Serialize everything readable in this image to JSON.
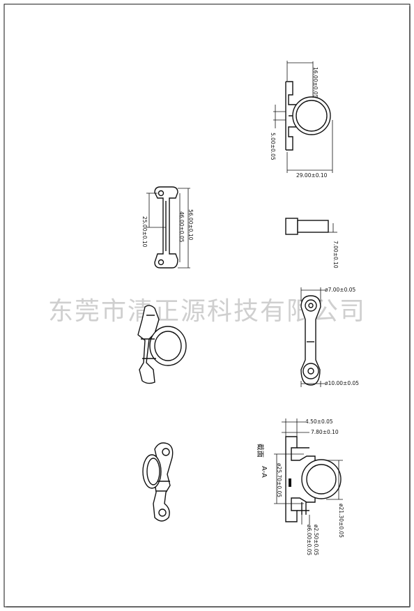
{
  "watermark": "东莞市清正源科技有限公司",
  "section_label": {
    "title": "截面",
    "name": "A-A"
  },
  "dimensions": {
    "top_height": "16.00±0.05",
    "top_small": "5.00±0.05",
    "top_width": "29.00±0.10",
    "plan_total": "56.00±0.10",
    "plan_inner": "46.00±0.05",
    "plan_half": "25.00±0.10",
    "pin_length": "7.00±0.10",
    "hole_small": "ø7.00±0.05",
    "hole_large": "ø10.00±0.05",
    "sec_w1": "4.50±0.05",
    "sec_w2": "7.80±0.10",
    "sec_outer": "ø25.70±0.05",
    "sec_inner": "ø21.30±0.05",
    "sec_small1": "ø2.50±0.05",
    "sec_small2": "ø6.00±0.05"
  }
}
